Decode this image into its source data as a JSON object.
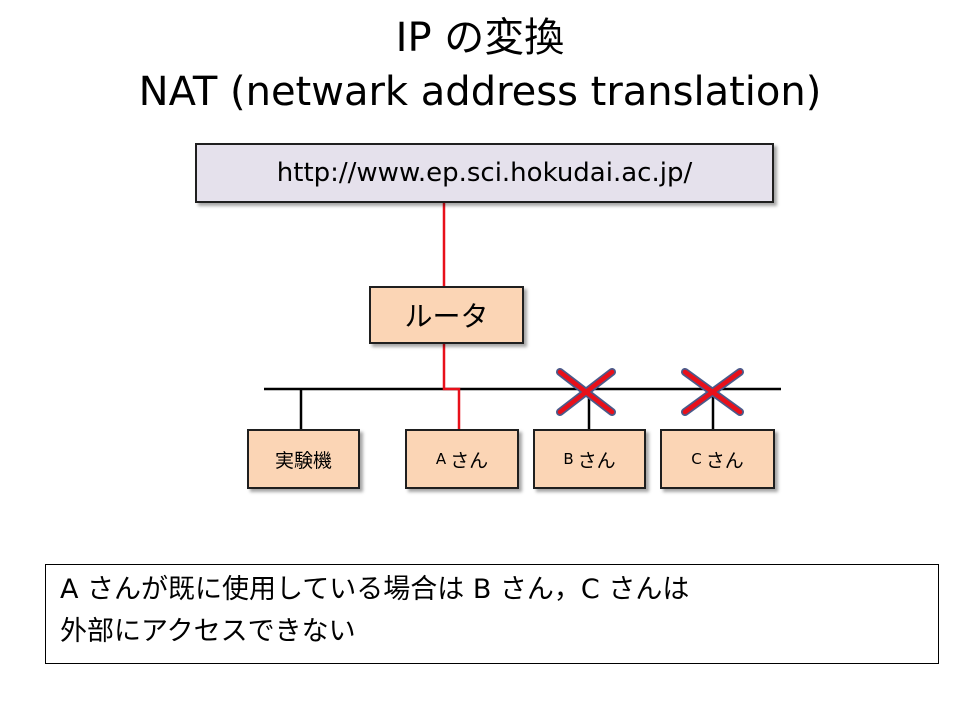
{
  "title": {
    "line1": "IP の変換",
    "line2": "NAT (netwark address translation)"
  },
  "server": {
    "url": "http://www.ep.sci.hokudai.ac.jp/"
  },
  "router": {
    "label": "ルータ"
  },
  "nodes": [
    {
      "prefix": "",
      "label": "実験機"
    },
    {
      "prefix": "A",
      "label": "さん"
    },
    {
      "prefix": "B",
      "label": "さん"
    },
    {
      "prefix": "C",
      "label": "さん"
    }
  ],
  "blocked_nodes": [
    "B",
    "C"
  ],
  "colors": {
    "link_active": "#e8101a",
    "link_normal": "#000000",
    "cross": "#e8101a",
    "cross_outline": "#4a5a8a",
    "node_fill": "#fbd5b5",
    "server_fill": "#e5e1ec"
  },
  "note": {
    "line1": "A さんが既に使用している場合は B さん，C さんは",
    "line2": "外部にアクセスできない"
  }
}
